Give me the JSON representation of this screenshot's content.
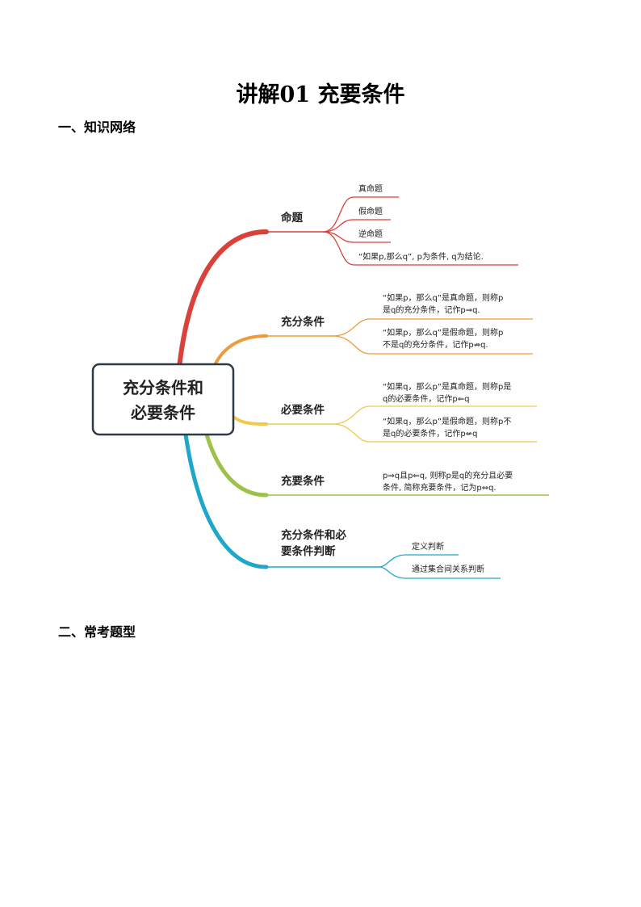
{
  "title": "讲解01  充要条件",
  "sections": [
    {
      "heading": "一、知识网络"
    },
    {
      "heading": "二、常考题型"
    }
  ],
  "mindmap": {
    "center": {
      "lines": [
        "充分条件和",
        "必要条件"
      ]
    },
    "branches": [
      {
        "id": "proposition",
        "color": "#d9413a",
        "label_lines": [
          "命题"
        ],
        "children": [
          {
            "lines": [
              "真命题"
            ]
          },
          {
            "lines": [
              "假命题"
            ]
          },
          {
            "lines": [
              "逆命题"
            ]
          },
          {
            "lines": [
              "“如果p,那么q”, p为条件, q为结论."
            ]
          }
        ]
      },
      {
        "id": "sufficient",
        "color": "#ef9a36",
        "label_lines": [
          "充分条件"
        ],
        "children": [
          {
            "lines": [
              "“如果p，那么q”是真命题，则称p",
              "是q的充分条件，记作p⇒q."
            ]
          },
          {
            "lines": [
              "“如果p，那么q”是假命题，则称p",
              "不是q的充分条件，记作p⇏q."
            ]
          }
        ]
      },
      {
        "id": "necessary",
        "color": "#f2c94c",
        "label_lines": [
          "必要条件"
        ],
        "children": [
          {
            "lines": [
              "“如果q，那么p”是真命题，则称p是",
              "q的必要条件，记作p⇐q"
            ]
          },
          {
            "lines": [
              "“如果q，那么p”是假命题，则称p不",
              "是q的必要条件，记作p⇍q"
            ]
          }
        ]
      },
      {
        "id": "necessary-sufficient",
        "color": "#9dc14a",
        "label_lines": [
          "充要条件"
        ],
        "children": [
          {
            "lines": [
              "p⇒q且p⇐q, 则称p是q的充分且必要",
              "条件, 简称充要条件，记为p⇔q."
            ]
          }
        ]
      },
      {
        "id": "judgment",
        "color": "#1ea7c9",
        "label_lines": [
          "充分条件和必",
          "要条件判断"
        ],
        "children": [
          {
            "lines": [
              "定义判断"
            ]
          },
          {
            "lines": [
              "通过集合间关系判断"
            ]
          }
        ]
      }
    ]
  }
}
